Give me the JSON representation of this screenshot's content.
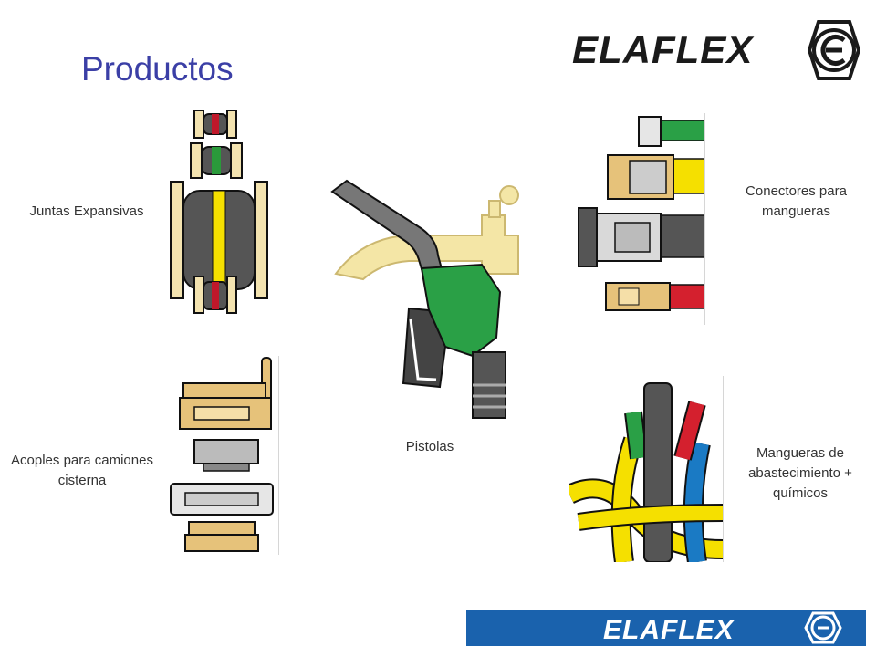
{
  "slide": {
    "title": "Productos",
    "brand": {
      "name": "ELAFLEX",
      "mark": "elaflex-e-logo-icon",
      "color": "#1a1a1a",
      "footer_color": "#1a62ad"
    },
    "products": [
      {
        "label": "Juntas Expansivas"
      },
      {
        "label": "Acoples para camiones cisterna"
      },
      {
        "label": "Pistolas"
      },
      {
        "label": "Conectores para mangueras"
      },
      {
        "label": "Mangueras de abastecimiento + químicos"
      }
    ]
  }
}
